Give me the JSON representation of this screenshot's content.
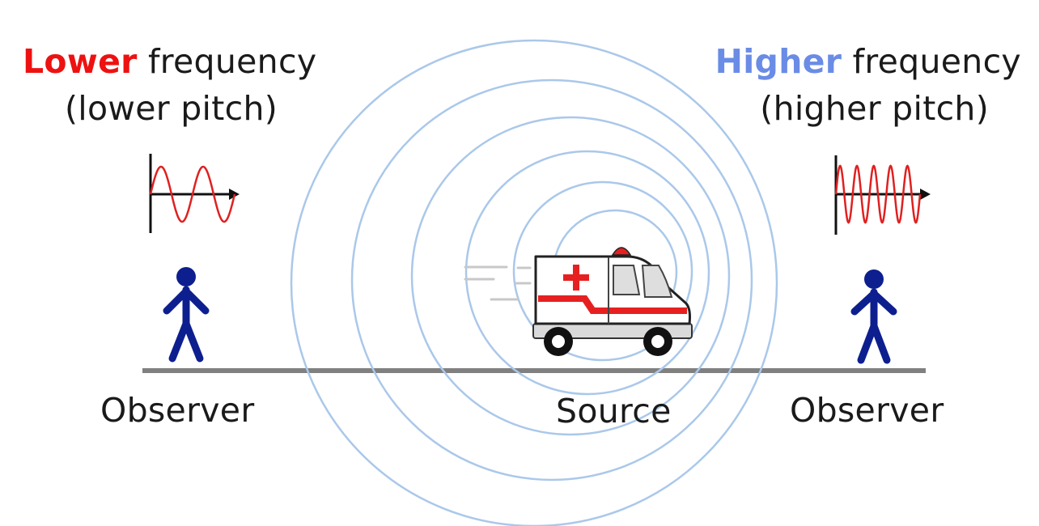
{
  "left_label": {
    "emphasis": "Lower",
    "rest": " frequency",
    "line2": "(lower pitch)"
  },
  "right_label": {
    "emphasis": "Higher",
    "rest": " frequency",
    "line2": "(higher pitch)"
  },
  "observer_left": "Observer",
  "observer_right": "Observer",
  "source": "Source",
  "colors": {
    "low_emphasis": "#ee1111",
    "high_emphasis": "#6a8ce6",
    "wave": "#e02020",
    "wavefront": "#aac8ea",
    "person": "#0d1f8f",
    "ground": "#808080"
  },
  "icons": [
    "sine-wave-low-icon",
    "sine-wave-high-icon",
    "stick-figure-icon",
    "ambulance-icon",
    "speed-lines-icon"
  ]
}
